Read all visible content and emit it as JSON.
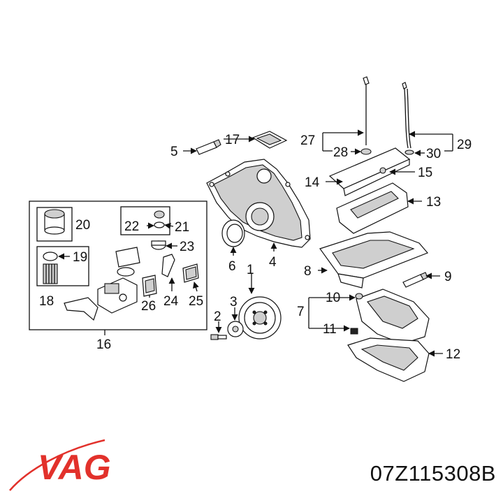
{
  "brand": {
    "logo_text": "VAG",
    "logo_color": "#e2312b"
  },
  "part_number": "07Z115308B",
  "callouts": [
    "1",
    "2",
    "3",
    "4",
    "5",
    "6",
    "7",
    "8",
    "9",
    "10",
    "11",
    "12",
    "13",
    "14",
    "15",
    "16",
    "17",
    "18",
    "19",
    "20",
    "21",
    "22",
    "23",
    "24",
    "25",
    "26",
    "27",
    "28",
    "29",
    "30"
  ]
}
